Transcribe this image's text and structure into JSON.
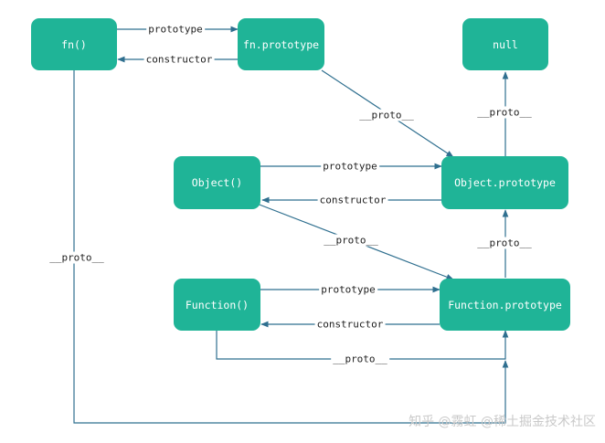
{
  "nodes": {
    "fn": "fn()",
    "fn_prototype": "fn.prototype",
    "null": "null",
    "object": "Object()",
    "object_prototype": "Object.prototype",
    "function": "Function()",
    "function_prototype": "Function.prototype"
  },
  "edges": {
    "fn_prototype": "prototype",
    "fn_constructor": "constructor",
    "fnproto_proto": "__proto__",
    "objproto_proto": "__proto__",
    "obj_prototype": "prototype",
    "obj_constructor": "constructor",
    "obj_proto": "__proto__",
    "funcproto_proto": "__proto__",
    "fn_proto": "__proto__",
    "func_prototype": "prototype",
    "func_constructor": "constructor",
    "func_proto": "__proto__"
  },
  "watermark": "知乎 @霧虹 @稀土掘金技术社区",
  "colors": {
    "node": "#1fb497",
    "line": "#2f6f8f"
  }
}
